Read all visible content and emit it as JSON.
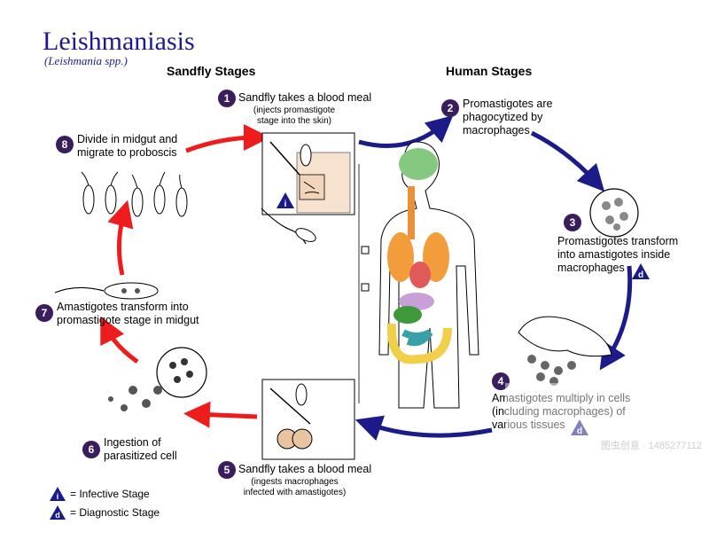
{
  "title": "Leishmaniasis",
  "subtitle": "(Leishmania spp.)",
  "sections": {
    "sandfly": "Sandfly Stages",
    "human": "Human Stages"
  },
  "steps": [
    {
      "num": "1",
      "label": "Sandfly takes a blood meal",
      "sub": "(injects promastigote stage into the skin)"
    },
    {
      "num": "2",
      "label": "Promastigotes are phagocytized by macrophages"
    },
    {
      "num": "3",
      "label": "Promastigotes transform into amastigotes inside macrophages"
    },
    {
      "num": "4",
      "label": "Amastigotes multiply in cells (including macrophages) of various tissues"
    },
    {
      "num": "5",
      "label": "Sandfly takes a blood meal",
      "sub": "(ingests macrophages infected with amastigotes)"
    },
    {
      "num": "6",
      "label": "Ingestion of parasitized cell"
    },
    {
      "num": "7",
      "label": "Amastigotes transform into promastigote stage in midgut"
    },
    {
      "num": "8",
      "label": "Divide in midgut and migrate to proboscis"
    }
  ],
  "legend": {
    "infective_symbol": "i",
    "infective_label": "= Infective Stage",
    "diagnostic_symbol": "d",
    "diagnostic_label": "= Diagnostic Stage"
  },
  "colors": {
    "sandfly_arrow": "#ee1c1c",
    "human_arrow": "#1b1b8a",
    "badge": "#3a1d5c",
    "title": "#1a1a8c"
  },
  "watermark": "图虫创意 · 1485277112"
}
